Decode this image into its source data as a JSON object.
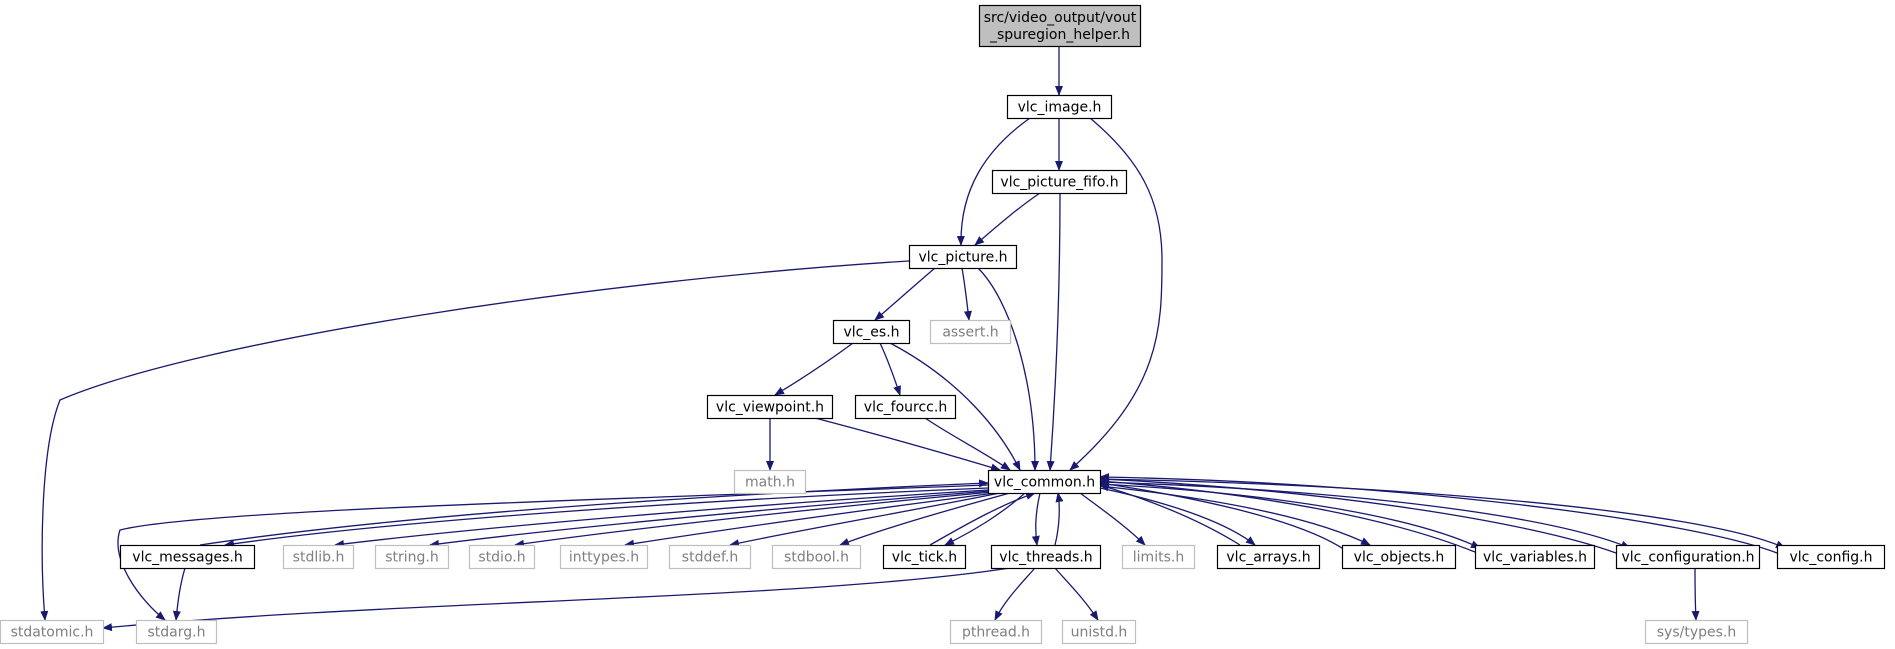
{
  "styles": {
    "edge_color": "#191970",
    "root_fill": "#bfbfbf",
    "documented_border": "#000000",
    "undocumented_border": "#bfbfbf",
    "undocumented_text": "#7f7f7f",
    "text_color": "#000000"
  },
  "nodes": [
    {
      "id": "root",
      "lines": [
        "src/video_output/vout",
        "_spuregion_helper.h"
      ],
      "kind": "root"
    },
    {
      "id": "vlc_image",
      "lines": [
        "vlc_image.h"
      ],
      "kind": "documented"
    },
    {
      "id": "vlc_picture_fifo",
      "lines": [
        "vlc_picture_fifo.h"
      ],
      "kind": "documented"
    },
    {
      "id": "vlc_picture",
      "lines": [
        "vlc_picture.h"
      ],
      "kind": "documented"
    },
    {
      "id": "vlc_es",
      "lines": [
        "vlc_es.h"
      ],
      "kind": "documented"
    },
    {
      "id": "assert",
      "lines": [
        "assert.h"
      ],
      "kind": "undocumented"
    },
    {
      "id": "vlc_viewpoint",
      "lines": [
        "vlc_viewpoint.h"
      ],
      "kind": "documented"
    },
    {
      "id": "vlc_fourcc",
      "lines": [
        "vlc_fourcc.h"
      ],
      "kind": "documented"
    },
    {
      "id": "math",
      "lines": [
        "math.h"
      ],
      "kind": "undocumented"
    },
    {
      "id": "vlc_common",
      "lines": [
        "vlc_common.h"
      ],
      "kind": "documented"
    },
    {
      "id": "vlc_messages",
      "lines": [
        "vlc_messages.h"
      ],
      "kind": "documented"
    },
    {
      "id": "stdlib",
      "lines": [
        "stdlib.h"
      ],
      "kind": "undocumented"
    },
    {
      "id": "string",
      "lines": [
        "string.h"
      ],
      "kind": "undocumented"
    },
    {
      "id": "stdio",
      "lines": [
        "stdio.h"
      ],
      "kind": "undocumented"
    },
    {
      "id": "inttypes",
      "lines": [
        "inttypes.h"
      ],
      "kind": "undocumented"
    },
    {
      "id": "stddef",
      "lines": [
        "stddef.h"
      ],
      "kind": "undocumented"
    },
    {
      "id": "stdbool",
      "lines": [
        "stdbool.h"
      ],
      "kind": "undocumented"
    },
    {
      "id": "vlc_tick",
      "lines": [
        "vlc_tick.h"
      ],
      "kind": "documented"
    },
    {
      "id": "vlc_threads",
      "lines": [
        "vlc_threads.h"
      ],
      "kind": "documented"
    },
    {
      "id": "limits",
      "lines": [
        "limits.h"
      ],
      "kind": "undocumented"
    },
    {
      "id": "vlc_arrays",
      "lines": [
        "vlc_arrays.h"
      ],
      "kind": "documented"
    },
    {
      "id": "vlc_objects",
      "lines": [
        "vlc_objects.h"
      ],
      "kind": "documented"
    },
    {
      "id": "vlc_variables",
      "lines": [
        "vlc_variables.h"
      ],
      "kind": "documented"
    },
    {
      "id": "vlc_configuration",
      "lines": [
        "vlc_configuration.h"
      ],
      "kind": "documented"
    },
    {
      "id": "vlc_config",
      "lines": [
        "vlc_config.h"
      ],
      "kind": "documented"
    },
    {
      "id": "stdatomic",
      "lines": [
        "stdatomic.h"
      ],
      "kind": "undocumented"
    },
    {
      "id": "stdarg",
      "lines": [
        "stdarg.h"
      ],
      "kind": "undocumented"
    },
    {
      "id": "pthread",
      "lines": [
        "pthread.h"
      ],
      "kind": "undocumented"
    },
    {
      "id": "unistd",
      "lines": [
        "unistd.h"
      ],
      "kind": "undocumented"
    },
    {
      "id": "sys_types",
      "lines": [
        "sys/types.h"
      ],
      "kind": "undocumented"
    }
  ],
  "edges": [
    {
      "from": "root",
      "to": "vlc_image"
    },
    {
      "from": "vlc_image",
      "to": "vlc_picture"
    },
    {
      "from": "vlc_image",
      "to": "vlc_picture_fifo"
    },
    {
      "from": "vlc_image",
      "to": "vlc_common"
    },
    {
      "from": "vlc_picture_fifo",
      "to": "vlc_picture"
    },
    {
      "from": "vlc_picture_fifo",
      "to": "vlc_common"
    },
    {
      "from": "vlc_picture",
      "to": "stdatomic"
    },
    {
      "from": "vlc_picture",
      "to": "vlc_es"
    },
    {
      "from": "vlc_picture",
      "to": "assert"
    },
    {
      "from": "vlc_picture",
      "to": "vlc_common"
    },
    {
      "from": "vlc_es",
      "to": "vlc_viewpoint"
    },
    {
      "from": "vlc_es",
      "to": "vlc_fourcc"
    },
    {
      "from": "vlc_es",
      "to": "vlc_common"
    },
    {
      "from": "vlc_viewpoint",
      "to": "math"
    },
    {
      "from": "vlc_viewpoint",
      "to": "vlc_common"
    },
    {
      "from": "vlc_fourcc",
      "to": "vlc_common"
    },
    {
      "from": "vlc_common",
      "to": "stdarg"
    },
    {
      "from": "vlc_common",
      "to": "vlc_messages"
    },
    {
      "from": "vlc_messages",
      "to": "vlc_common"
    },
    {
      "from": "vlc_common",
      "to": "stdlib"
    },
    {
      "from": "vlc_common",
      "to": "string"
    },
    {
      "from": "vlc_common",
      "to": "stdio"
    },
    {
      "from": "vlc_common",
      "to": "inttypes"
    },
    {
      "from": "vlc_common",
      "to": "stddef"
    },
    {
      "from": "vlc_common",
      "to": "stdbool"
    },
    {
      "from": "vlc_common",
      "to": "vlc_tick"
    },
    {
      "from": "vlc_tick",
      "to": "vlc_common"
    },
    {
      "from": "vlc_common",
      "to": "vlc_threads"
    },
    {
      "from": "vlc_threads",
      "to": "vlc_common"
    },
    {
      "from": "vlc_common",
      "to": "limits"
    },
    {
      "from": "vlc_common",
      "to": "vlc_arrays"
    },
    {
      "from": "vlc_arrays",
      "to": "vlc_common"
    },
    {
      "from": "vlc_common",
      "to": "vlc_objects"
    },
    {
      "from": "vlc_objects",
      "to": "vlc_common"
    },
    {
      "from": "vlc_common",
      "to": "vlc_variables"
    },
    {
      "from": "vlc_variables",
      "to": "vlc_common"
    },
    {
      "from": "vlc_common",
      "to": "vlc_configuration"
    },
    {
      "from": "vlc_configuration",
      "to": "vlc_common"
    },
    {
      "from": "vlc_common",
      "to": "vlc_config"
    },
    {
      "from": "vlc_config",
      "to": "vlc_common"
    },
    {
      "from": "vlc_messages",
      "to": "stdarg"
    },
    {
      "from": "vlc_threads",
      "to": "stdatomic"
    },
    {
      "from": "vlc_threads",
      "to": "pthread"
    },
    {
      "from": "vlc_threads",
      "to": "unistd"
    },
    {
      "from": "vlc_configuration",
      "to": "sys_types"
    }
  ]
}
